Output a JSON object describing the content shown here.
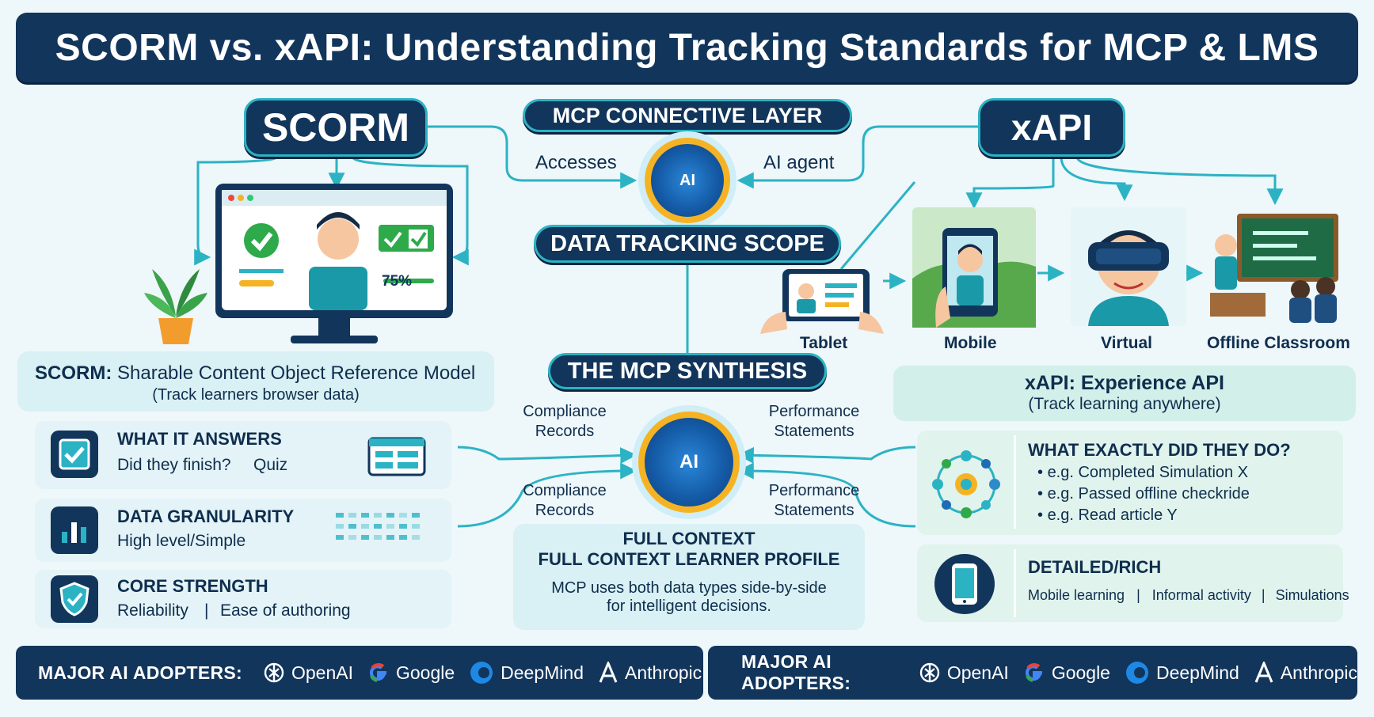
{
  "title": "SCORM vs. xAPI: Understanding Tracking Standards for MCP & LMS",
  "scorm": {
    "pill": "SCORM",
    "monitor_percent": "75%",
    "def_title": "SCORM:",
    "def_name": "Sharable Content Object Reference Model",
    "def_sub": "(Track learners browser data)",
    "rows": [
      {
        "title": "WHAT IT ANSWERS",
        "text_a": "Did they finish?",
        "text_b": "Quiz"
      },
      {
        "title": "DATA GRANULARITY",
        "text_a": "High level/Simple",
        "text_b": ""
      },
      {
        "title": "CORE STRENGTH",
        "text_a": "Reliability",
        "text_b": "Ease of authoring"
      }
    ]
  },
  "center": {
    "mcp_layer": "MCP CONNECTIVE LAYER",
    "accesses": "Accesses",
    "ai_agent": "AI agent",
    "ai_label": "AI",
    "tracking_scope": "DATA TRACKING SCOPE",
    "synthesis": "THE MCP SYNTHESIS",
    "left_top_1": "Compliance",
    "left_top_2": "Records",
    "right_top_1": "Performance",
    "right_top_2": "Statements",
    "left_bottom_1": "Compliance",
    "left_bottom_2": "Records",
    "right_bottom_1": "Performance",
    "right_bottom_2": "Statements",
    "context_1": "FULL CONTEXT",
    "context_2": "FULL CONTEXT LEARNER PROFILE",
    "desc_1": "MCP uses both data types side-by-side",
    "desc_2": "for intelligent decisions."
  },
  "xapi": {
    "pill": "xAPI",
    "devices": [
      "Tablet",
      "Mobile",
      "Virtual",
      "Offline Classroom"
    ],
    "def_title": "xAPI: Experience API",
    "def_sub": "(Track learning anywhere)",
    "q_title": "WHAT EXACTLY DID THEY DO?",
    "examples": [
      "e.g. Completed Simulation X",
      "e.g. Passed offline checkride",
      "e.g. Read article Y"
    ],
    "rich_title": "DETAILED/RICH",
    "rich_items": [
      "Mobile learning",
      "Informal activity",
      "Simulations"
    ]
  },
  "adopters": {
    "label": "MAJOR AI ADOPTERS:",
    "brands": [
      "OpenAI",
      "Google",
      "DeepMind",
      "Anthropic"
    ]
  },
  "colors": {
    "navy": "#12355b",
    "teal": "#2bb3c4",
    "gold": "#f5b324",
    "light": "#e3f3f7"
  }
}
